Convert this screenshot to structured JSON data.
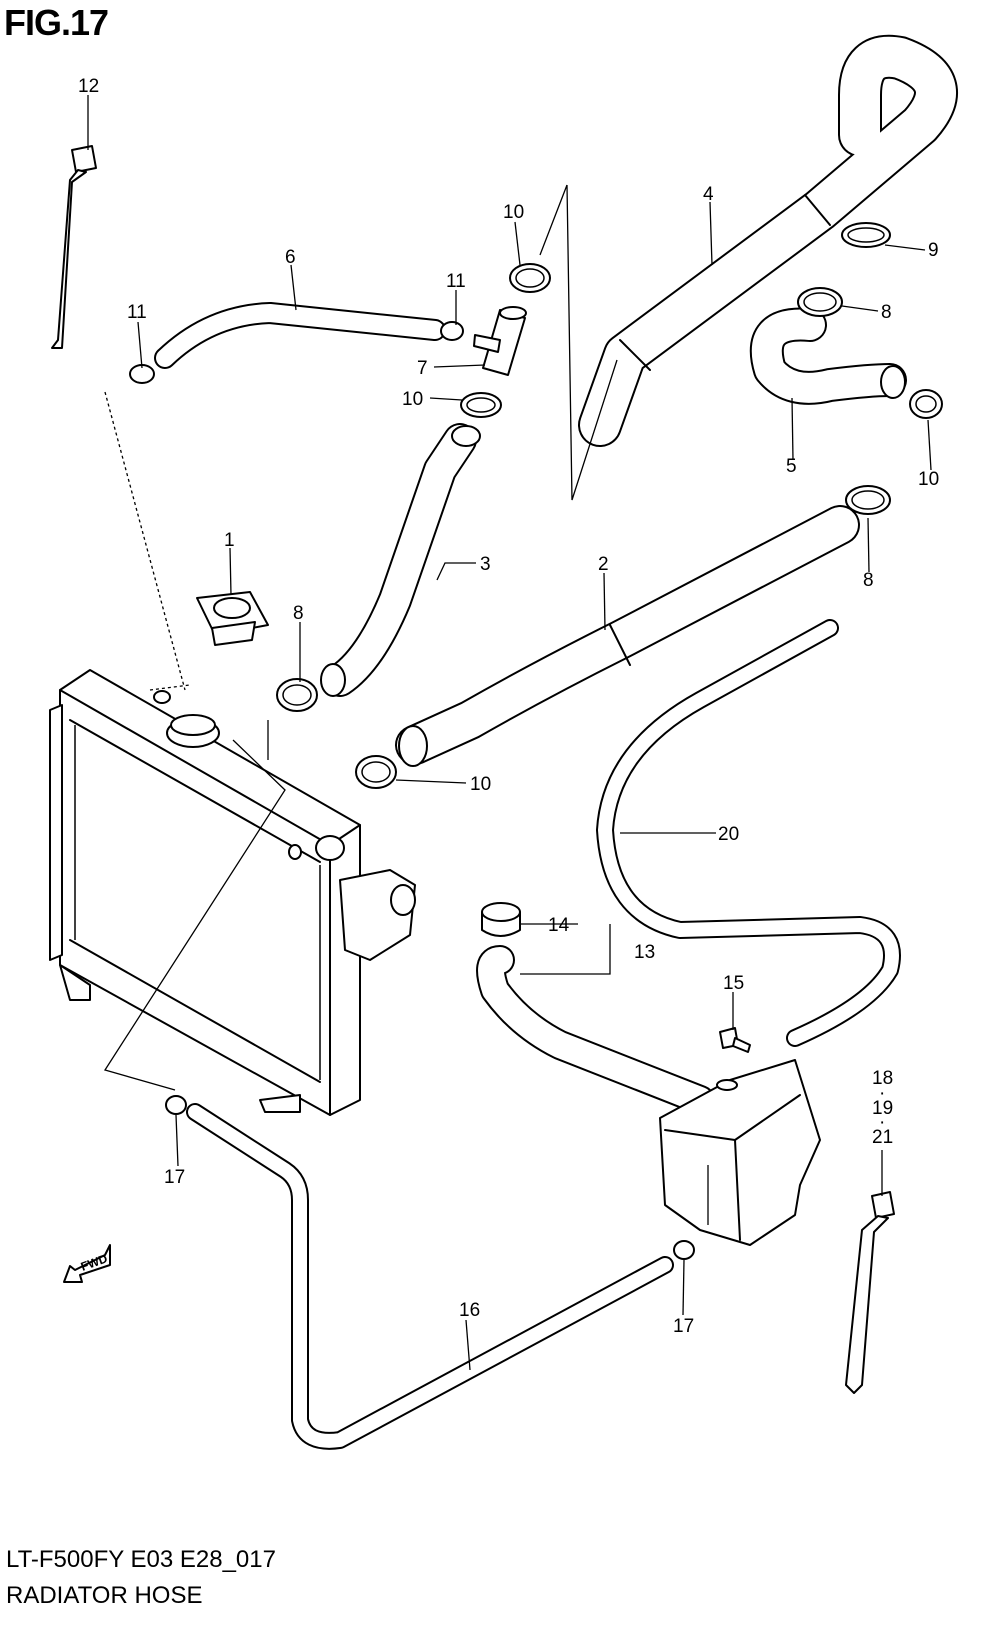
{
  "figure": {
    "title": "FIG.17",
    "code": "LT-F500FY E03 E28_017",
    "name": "RADIATOR HOSE",
    "fwd": "FWD"
  },
  "callouts": [
    "1",
    "2",
    "3",
    "4",
    "5",
    "6",
    "7",
    "8",
    "9",
    "10",
    "11",
    "12",
    "13",
    "14",
    "15",
    "16",
    "17",
    "18",
    "19",
    "20",
    "21"
  ],
  "dots": [
    "·",
    "·"
  ]
}
